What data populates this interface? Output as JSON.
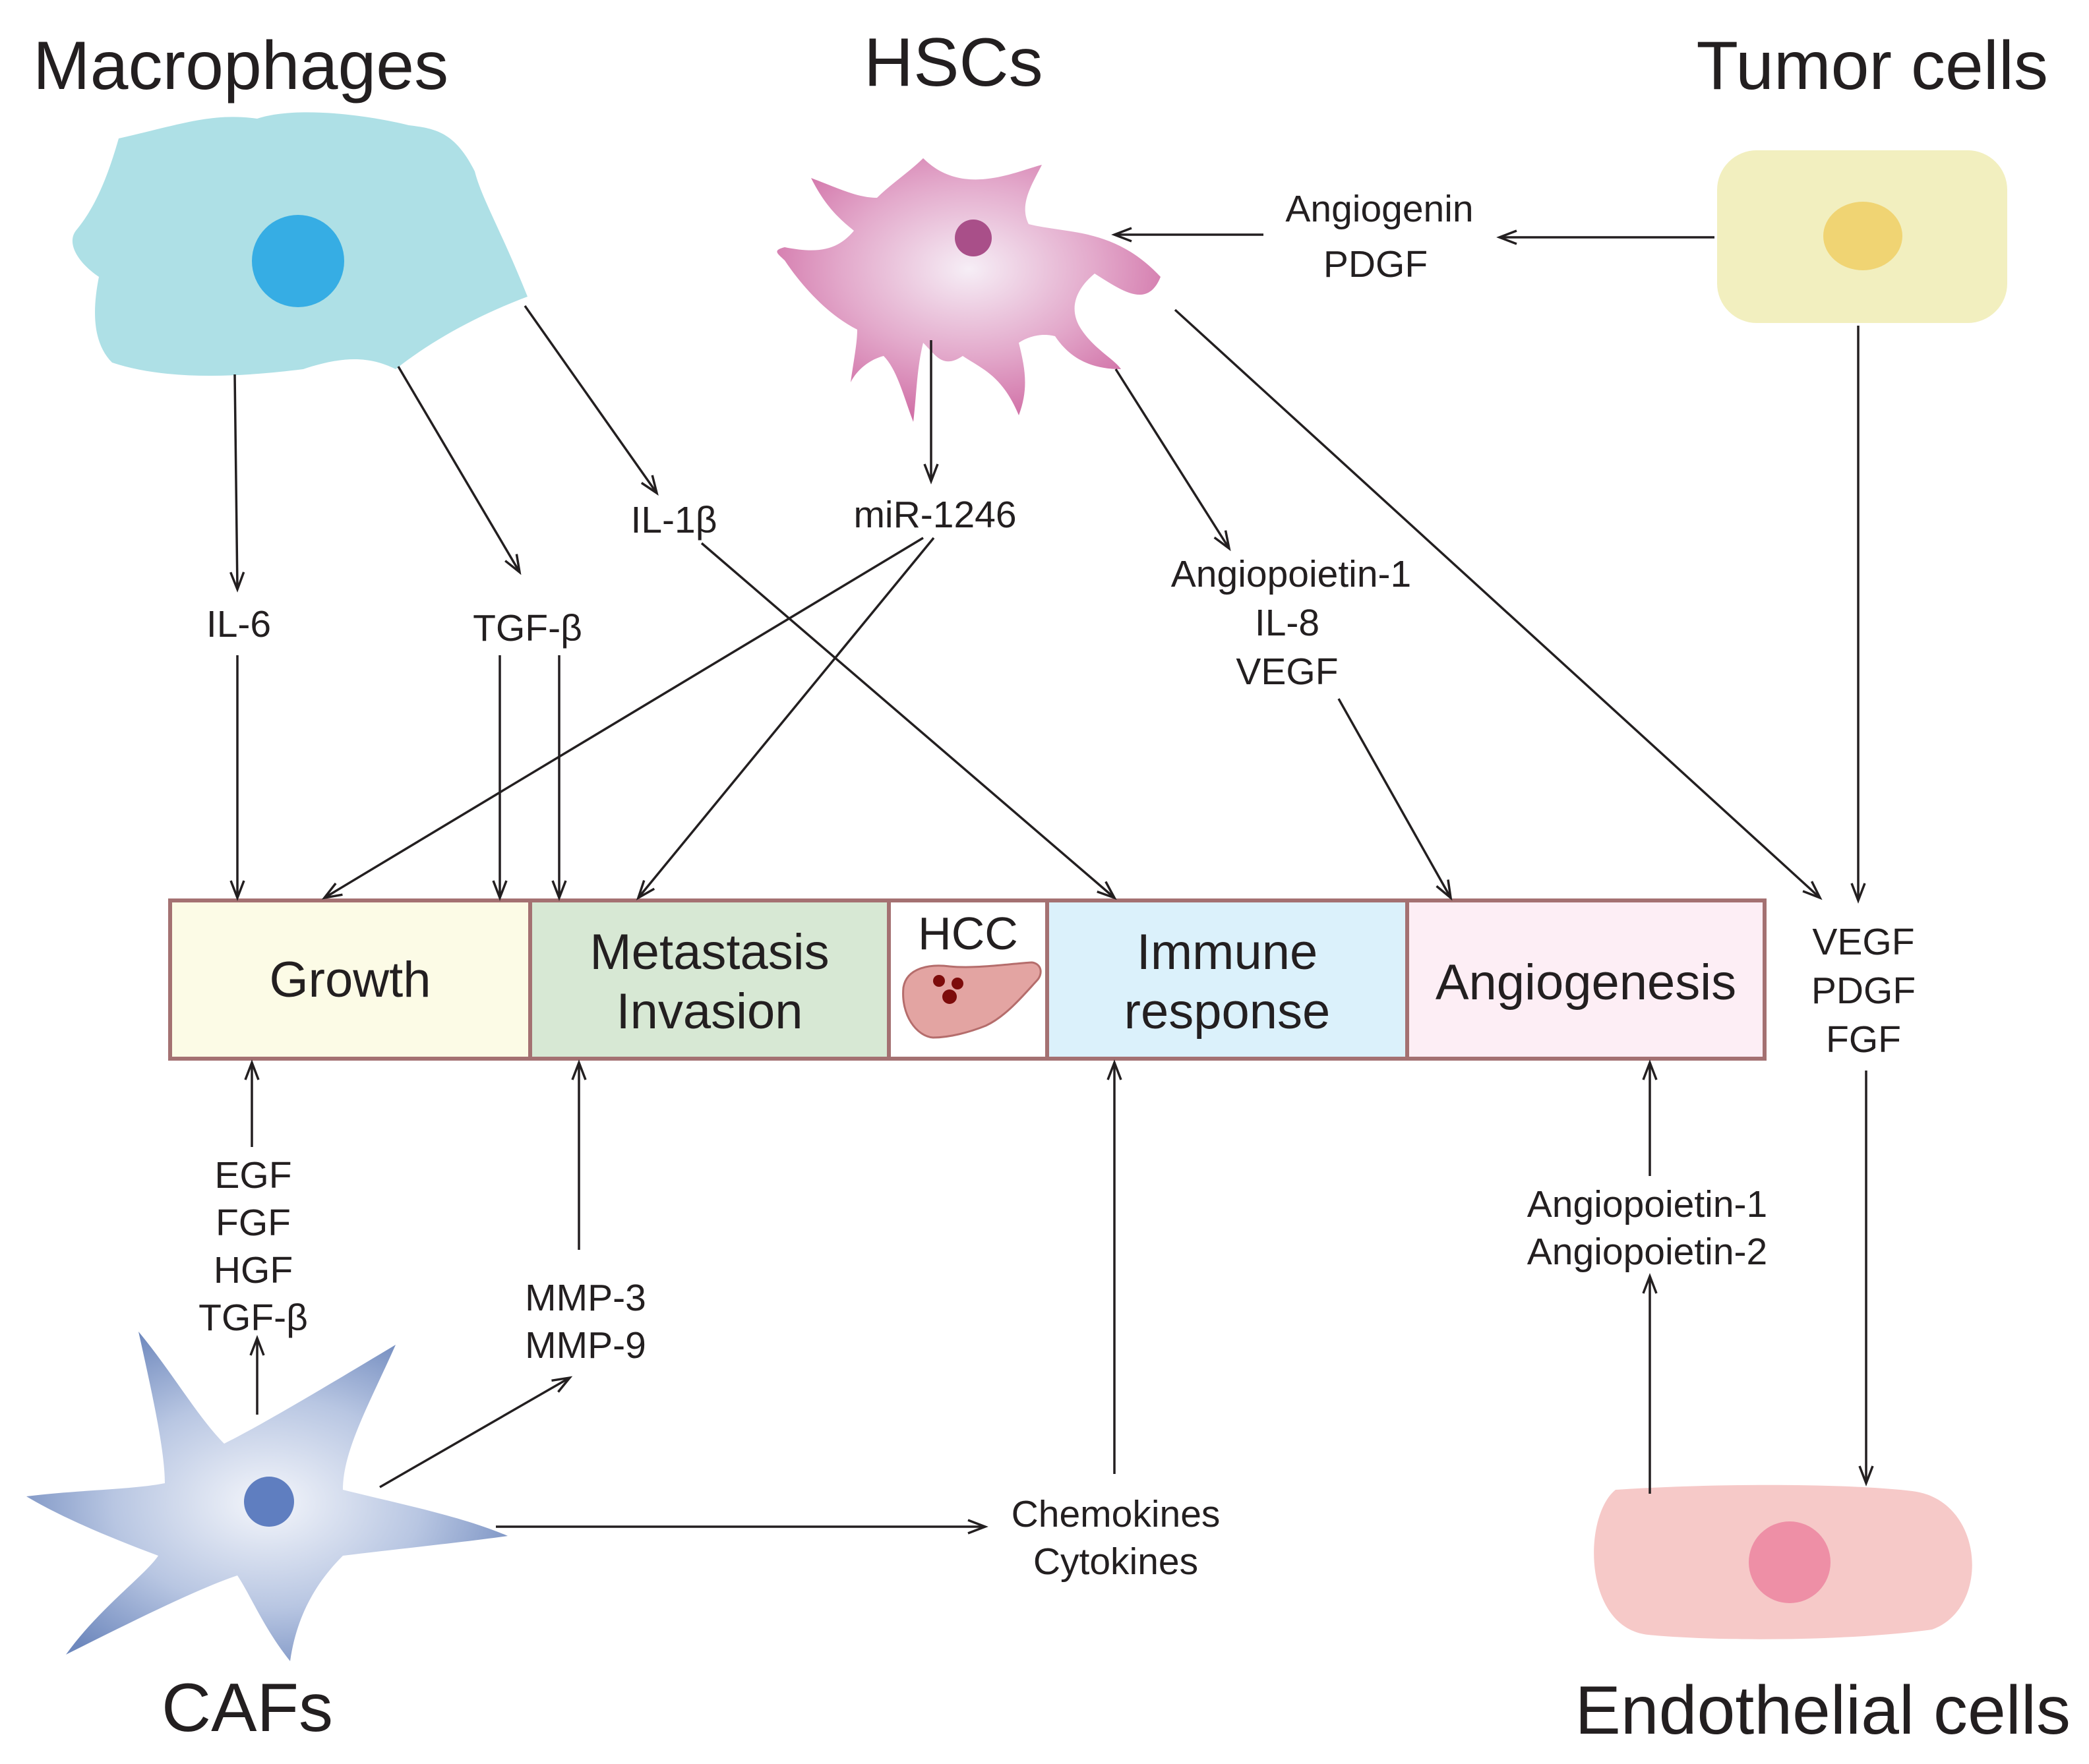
{
  "colors": {
    "macrophage": "#aee0e6",
    "macrophage_nucleus": "#36ade4",
    "hsc": "#d982b2",
    "hsc_nucleus": "#a94f89",
    "tumor": "#f2efbf",
    "tumor_nucleus": "#f0d473",
    "caf": "#7a94c4",
    "caf_nucleus": "#5f7ec0",
    "endothelial": "#f6c9c8",
    "endothelial_nucleus": "#ee8fa6",
    "box_border": "#a47172",
    "growth_fill": "#fcfbe6",
    "metastasis_fill": "#d7e8d4",
    "hcc_fill": "#ffffff",
    "immune_fill": "#dbf1fb",
    "angiogenesis_fill": "#fdeef5",
    "liver": "#e3a4a2",
    "liver_spots": "#7d0b0b"
  },
  "cells": {
    "macrophages": "Macrophages",
    "hscs": "HSCs",
    "tumor": "Tumor cells",
    "cafs": "CAFs",
    "endothelial": "Endothelial cells"
  },
  "boxes": {
    "growth": "Growth",
    "metastasis_line1": "Metastasis",
    "metastasis_line2": "Invasion",
    "hcc": "HCC",
    "immune_line1": "Immune",
    "immune_line2": "response",
    "angiogenesis": "Angiogenesis"
  },
  "signals": {
    "il6": "IL-6",
    "tgfb_mac": "TGF-β",
    "il1b": "IL-1β",
    "mir1246": "miR-1246",
    "hsc_factors": [
      "Angiopoietin-1",
      "IL-8",
      "VEGF"
    ],
    "tumor_to_hsc": [
      "Angiogenin",
      "PDGF"
    ],
    "tumor_factors": [
      "VEGF",
      "PDGF",
      "FGF"
    ],
    "caf_growth": [
      "EGF",
      "FGF",
      "HGF",
      "TGF-β"
    ],
    "caf_mmp": [
      "MMP-3",
      "MMP-9"
    ],
    "caf_immune": [
      "Chemokines",
      "Cytokines"
    ],
    "endo_factors": [
      "Angiopoietin-1",
      "Angiopoietin-2"
    ]
  }
}
